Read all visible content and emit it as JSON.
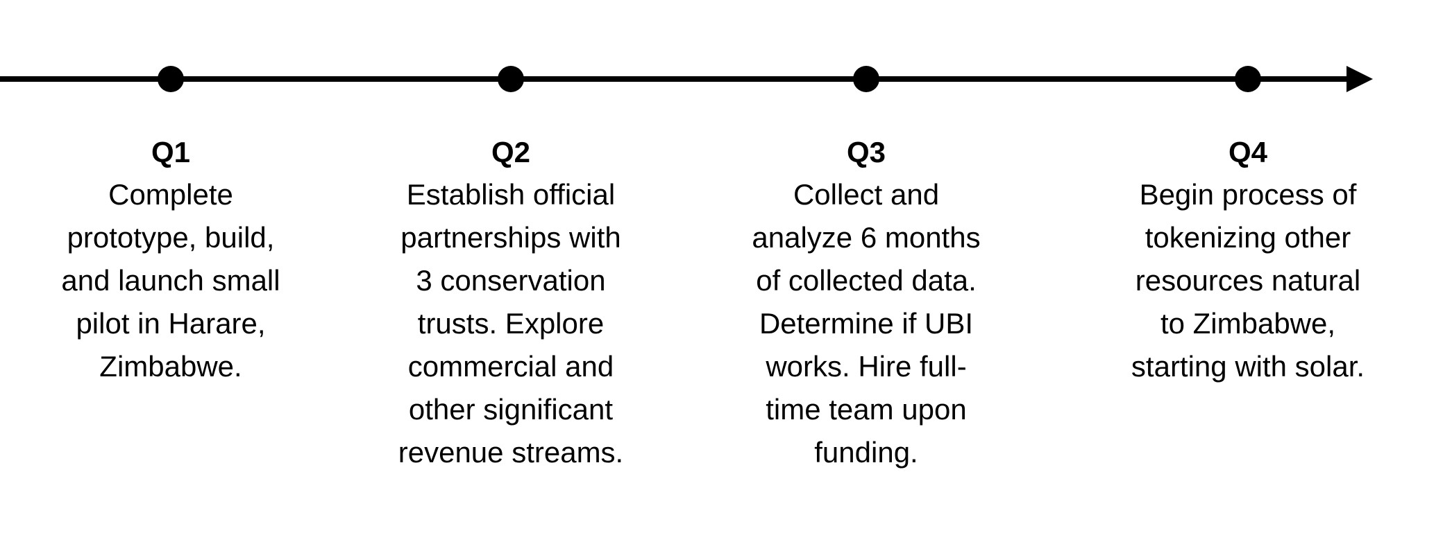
{
  "timeline": {
    "milestones": [
      {
        "label": "Q1",
        "lines": [
          "Complete",
          "prototype, build,",
          "and launch small",
          "pilot in Harare,",
          "Zimbabwe."
        ]
      },
      {
        "label": "Q2",
        "lines": [
          "Establish official",
          "partnerships with",
          "3 conservation",
          "trusts. Explore",
          "commercial and",
          "other significant",
          "revenue streams."
        ]
      },
      {
        "label": "Q3",
        "lines": [
          "Collect and",
          "analyze 6 months",
          "of collected data.",
          "Determine if UBI",
          "works. Hire full-",
          "time team upon",
          "funding."
        ]
      },
      {
        "label": "Q4",
        "lines": [
          "Begin process of",
          "tokenizing other",
          "resources natural",
          "to Zimbabwe,",
          "starting with solar."
        ]
      }
    ]
  }
}
